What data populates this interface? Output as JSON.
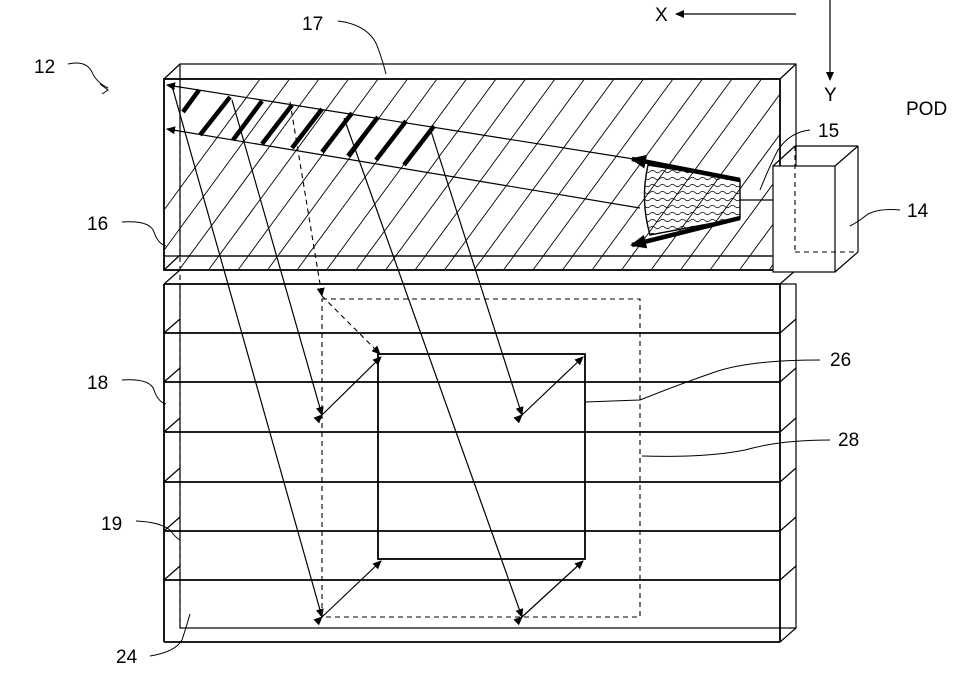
{
  "labels": {
    "ref_12": "12",
    "ref_17": "17",
    "ref_16": "16",
    "ref_18": "18",
    "ref_19": "19",
    "ref_24": "24",
    "ref_15": "15",
    "ref_14": "14",
    "ref_26": "26",
    "ref_28": "28",
    "axis_x": "X",
    "axis_y": "Y",
    "pod": "POD"
  }
}
